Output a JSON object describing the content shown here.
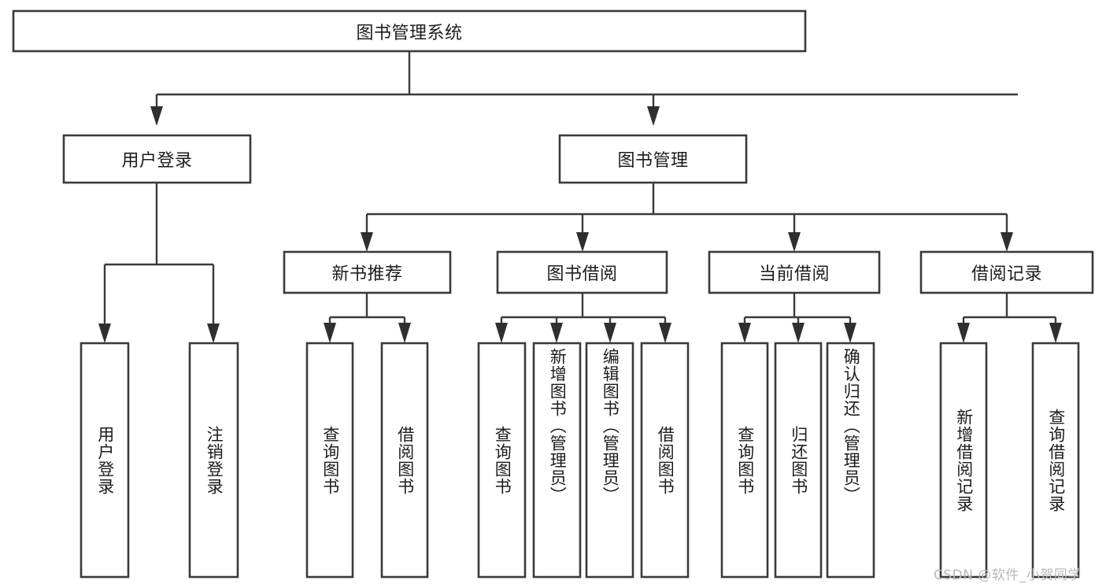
{
  "diagram": {
    "title": "图书管理系统",
    "type": "tree-hierarchy-diagram",
    "orientation": "top-down",
    "colors": {
      "box_stroke": "#3a3a3a",
      "box_fill": "#ffffff",
      "connector": "#3a3a3a",
      "text": "#1c1c1c",
      "watermark": "#b9b9b9",
      "background": "#ffffff"
    },
    "root": {
      "label": "图书管理系统"
    },
    "level2": [
      {
        "label": "用户登录"
      },
      {
        "label": "图书管理"
      }
    ],
    "level3": [
      {
        "label": "新书推荐"
      },
      {
        "label": "图书借阅"
      },
      {
        "label": "当前借阅"
      },
      {
        "label": "借阅记录"
      }
    ],
    "leaves": {
      "user_login": [
        {
          "label": "用户登录"
        },
        {
          "label": "注销登录"
        }
      ],
      "new_book_recommend": [
        {
          "label": "查询图书"
        },
        {
          "label": "借阅图书"
        }
      ],
      "book_borrow": [
        {
          "label": "查询图书"
        },
        {
          "label": "新增图书（管理员）"
        },
        {
          "label": "编辑图书（管理员）"
        },
        {
          "label": "借阅图书"
        }
      ],
      "current_borrow": [
        {
          "label": "查询图书"
        },
        {
          "label": "归还图书"
        },
        {
          "label": "确认归还（管理员）"
        }
      ],
      "borrow_record": [
        {
          "label": "新增借阅记录"
        },
        {
          "label": "查询借阅记录"
        }
      ]
    },
    "watermark": "CSDN @软件_小贺同学"
  }
}
